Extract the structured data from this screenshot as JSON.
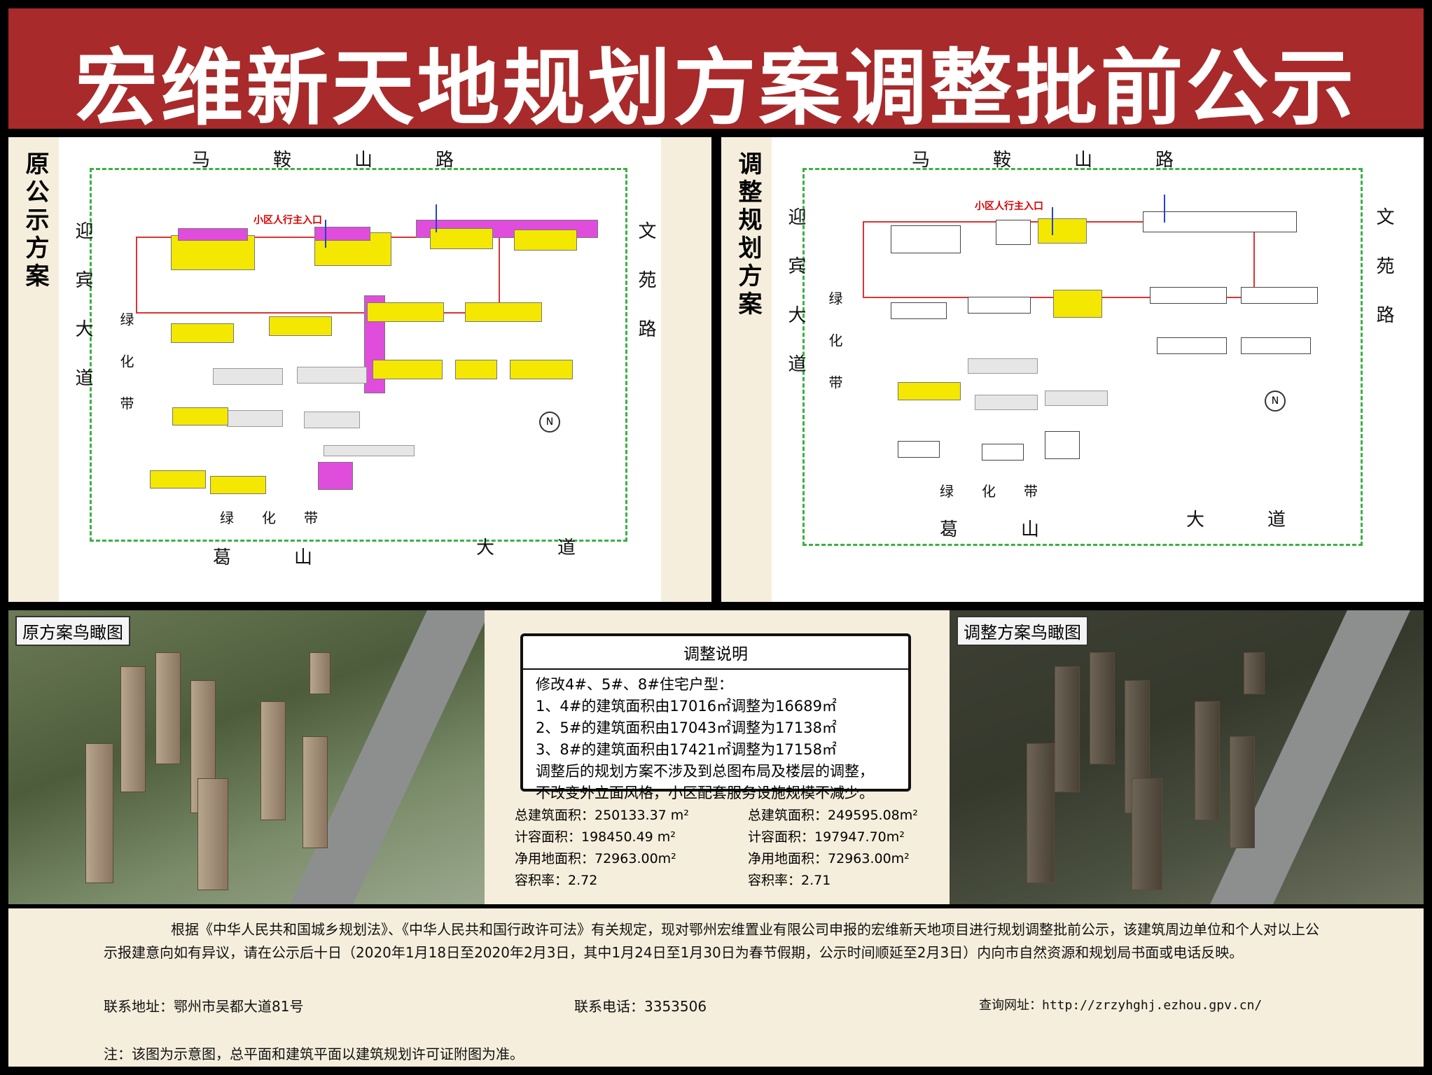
{
  "header": {
    "title": "宏维新天地规划方案调整批前公示"
  },
  "left_plan": {
    "side_label": "原公示方案",
    "roads": {
      "top": "马鞍山路",
      "left": "迎宾大道",
      "right": "文苑路",
      "bottom_left": "葛山",
      "bottom_right": "大道",
      "greenbelt_left": "绿化带",
      "greenbelt_bottom": "绿化带"
    },
    "entry": "小区人行主入口"
  },
  "right_plan": {
    "side_label": "调整规划方案",
    "roads": {
      "top": "马鞍山路",
      "left": "迎宾大道",
      "right": "文苑路",
      "bottom_left": "葛山",
      "bottom_right": "大道",
      "greenbelt_left": "绿化带",
      "greenbelt_bottom": "绿化带"
    },
    "entry": "小区人行主入口"
  },
  "left_aerial": {
    "label": "原方案鸟瞰图",
    "stats": [
      "总建筑面积：250133.37 m²",
      "计容面积：198450.49 m²",
      "净用地面积：72963.00m²",
      "容积率：2.72"
    ]
  },
  "right_aerial": {
    "label": "调整方案鸟瞰图",
    "stats": [
      "总建筑面积：249595.08m²",
      "计容面积：197947.70m²",
      "净用地面积：72963.00m²",
      "容积率：2.71"
    ]
  },
  "adjustment_notice": {
    "title": "调整说明",
    "lines": [
      "修改4#、5#、8#住宅户型：",
      "1、4#的建筑面积由17016㎡调整为16689㎡",
      "2、5#的建筑面积由17043㎡调整为17138㎡",
      "3、8#的建筑面积由17421㎡调整为17158㎡",
      "调整后的规划方案不涉及到总图布局及楼层的调整，",
      "不改变外立面风格，小区配套服务设施规模不减少。"
    ]
  },
  "footer": {
    "paragraph": "根据《中华人民共和国城乡规划法》、《中华人民共和国行政许可法》有关规定，现对鄂州宏维置业有限公司申报的宏维新天地项目进行规划调整批前公示，该建筑周边单位和个人对以上公示报建意向如有异议，请在公示后十日（2020年1月18日至2020年2月3日，其中1月24日至1月30日为春节假期，公示时间顺延至2月3日）内向市自然资源和规划局书面或电话反映。",
    "address": "联系地址：鄂州市吴都大道81号",
    "phone": "联系电话：3353506",
    "website": "查询网址：http://zrzyhghj.ezhou.gpv.cn/",
    "note": "注：该图为示意图，总平面和建筑平面以建筑规划许可证附图为准。"
  }
}
